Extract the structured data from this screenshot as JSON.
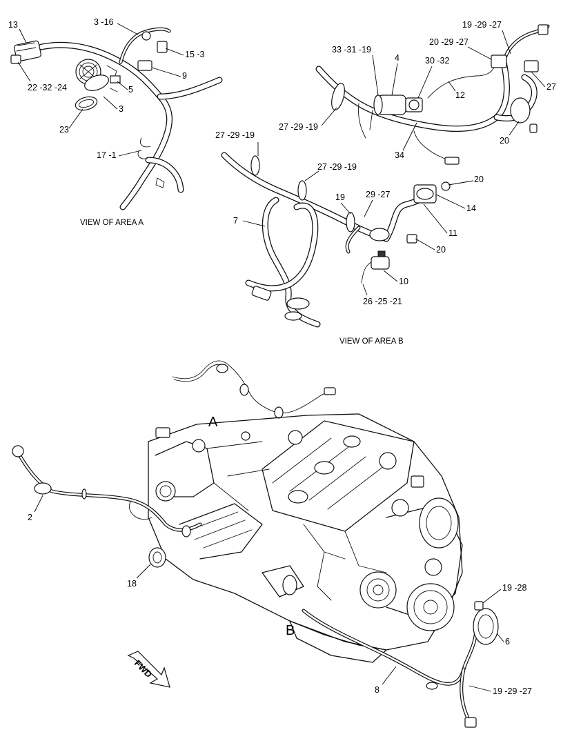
{
  "view_captions": {
    "area_a": "VIEW OF AREA A",
    "area_b": "VIEW OF AREA B"
  },
  "area_letters": {
    "a": "A",
    "b": "B"
  },
  "fwd_label": "FWD",
  "callouts_area_a": {
    "c13": "13",
    "c3_16": "3 -16",
    "c15_3": "15 -3",
    "c9": "9",
    "c5": "5",
    "c3": "3",
    "c22_32_24": "22 -32 -24",
    "c23": "23",
    "c17_1": "17 -1"
  },
  "callouts_area_b_top": {
    "c33_31_19": "33 -31 -19",
    "c4": "4",
    "c30_32": "30 -32",
    "c19_29_27": "19 -29 -27",
    "c20_29_27": "20 -29 -27",
    "c27": "27",
    "c12": "12",
    "c27_29_19": "27 -29 -19",
    "c34": "34",
    "c20": "20"
  },
  "callouts_area_b": {
    "c27_29_19_a": "27 -29 -19",
    "c27_29_19_b": "27 -29 -19",
    "c19": "19",
    "c29_27": "29 -27",
    "c20_a": "20",
    "c14": "14",
    "c11": "11",
    "c7": "7",
    "c20_b": "20",
    "c10": "10",
    "c26_25_21": "26 -25 -21"
  },
  "callouts_main": {
    "c2": "2",
    "c18": "18",
    "c19_28": "19 -28",
    "c6": "6",
    "c8": "8",
    "c19_29_27": "19 -29 -27"
  }
}
